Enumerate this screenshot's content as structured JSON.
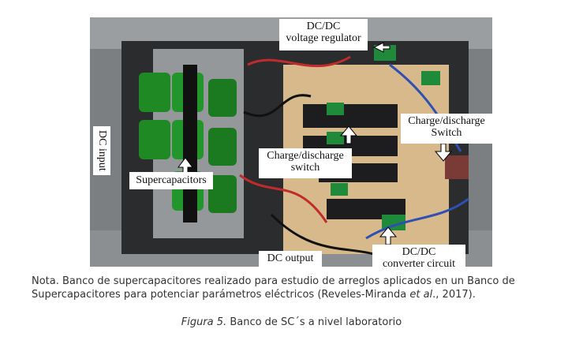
{
  "photo": {
    "labels": {
      "dc_input": "DC input",
      "supercapacitors": "Supercapacitors",
      "dcdc_regulator_line1": "DC/DC",
      "dcdc_regulator_line2": "voltage regulator",
      "charge_switch_1_line1": "Charge/discharge",
      "charge_switch_1_line2": "switch",
      "charge_switch_2_line1": "Charge/discharge",
      "charge_switch_2_line2": "Switch",
      "dc_output": "DC output",
      "dcdc_converter_line1": "DC/DC",
      "dcdc_converter_line2": "converter circuit"
    }
  },
  "caption": {
    "text_before": "Nota. Banco de supercapacitores realizado para estudio de arreglos aplicados en un Banco de Supercapacitores para potenciar parámetros eléctricos (Reveles-Miranda ",
    "et_al": "et al",
    "text_after": "., 2017)."
  },
  "figure": {
    "number": "Figura 5.",
    "title": " Banco de SC´s a nivel laboratorio"
  }
}
